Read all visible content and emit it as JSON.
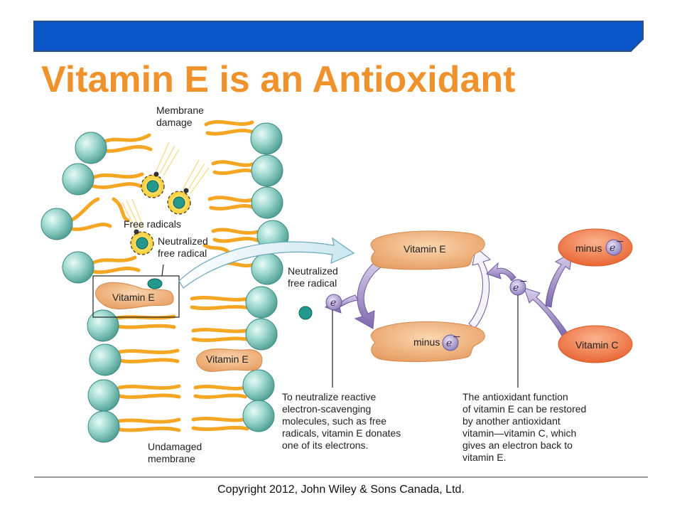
{
  "slide": {
    "title": "Vitamin E is an Antioxidant",
    "copyright": "Copyright 2012, John Wiley & Sons Canada, Ltd."
  },
  "diagram": {
    "membrane_damage_label": [
      "Membrane",
      "damage"
    ],
    "free_radicals_label": "Free radicals",
    "neutralized_free_radical_label": [
      "Neutralized",
      "free radical"
    ],
    "vitamin_e_in_box": "Vitamin E",
    "vitamin_e_lower": "Vitamin E",
    "undamaged_membrane_label": [
      "Undamaged",
      "membrane"
    ],
    "neutralized_free_radical_right": [
      "Neutralized",
      "free radical"
    ],
    "cycle_vitamin_e": "Vitamin E",
    "cycle_minus_e_bottom": "minus",
    "cycle_minus_e_top": "minus",
    "cycle_vitamin_c": "Vitamin C",
    "electron_symbol": "e",
    "electron_superscript": "−",
    "caption_left": [
      "To neutralize reactive",
      "electron-scavenging",
      "molecules, such as free",
      "radicals, vitamin E donates",
      "one of its electrons."
    ],
    "caption_right": [
      "The antioxidant function",
      "of vitamin E can be restored",
      "by another antioxidant",
      "vitamin—vitamin C, which",
      "gives an electron back to",
      "vitamin E."
    ]
  },
  "colors": {
    "title": "#f0922b",
    "banner": "#0b57c9",
    "phospholipid_head": "#8fd2c8",
    "tail": "#f5a623",
    "vitamin_e": "#f2b07a",
    "vitamin_c": "#f07a4a",
    "electron": "#a99ad0",
    "arrow": "#8d78b8"
  }
}
